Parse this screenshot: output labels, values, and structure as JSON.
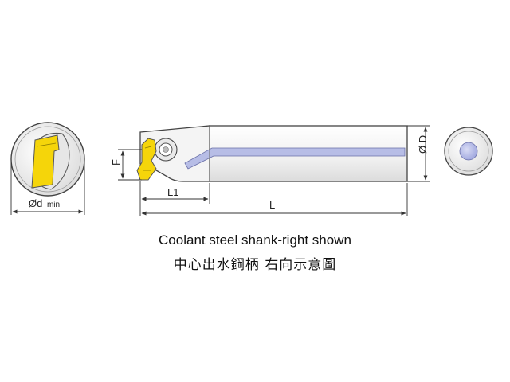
{
  "dimensions": {
    "bore_diameter_label": "Ød",
    "bore_diameter_suffix": "min",
    "shank_diameter_label": "Ø D",
    "offset_label": "F",
    "head_length_label": "L1",
    "overall_length_label": "L"
  },
  "caption": {
    "english": "Coolant steel shank-right shown",
    "chinese": "中心出水鋼柄  右向示意圖"
  },
  "colors": {
    "insert_yellow": "#f5d50a",
    "outline": "#444444",
    "shank_fill": "#f2f2f2",
    "coolant_blue": "#b7bde6"
  }
}
